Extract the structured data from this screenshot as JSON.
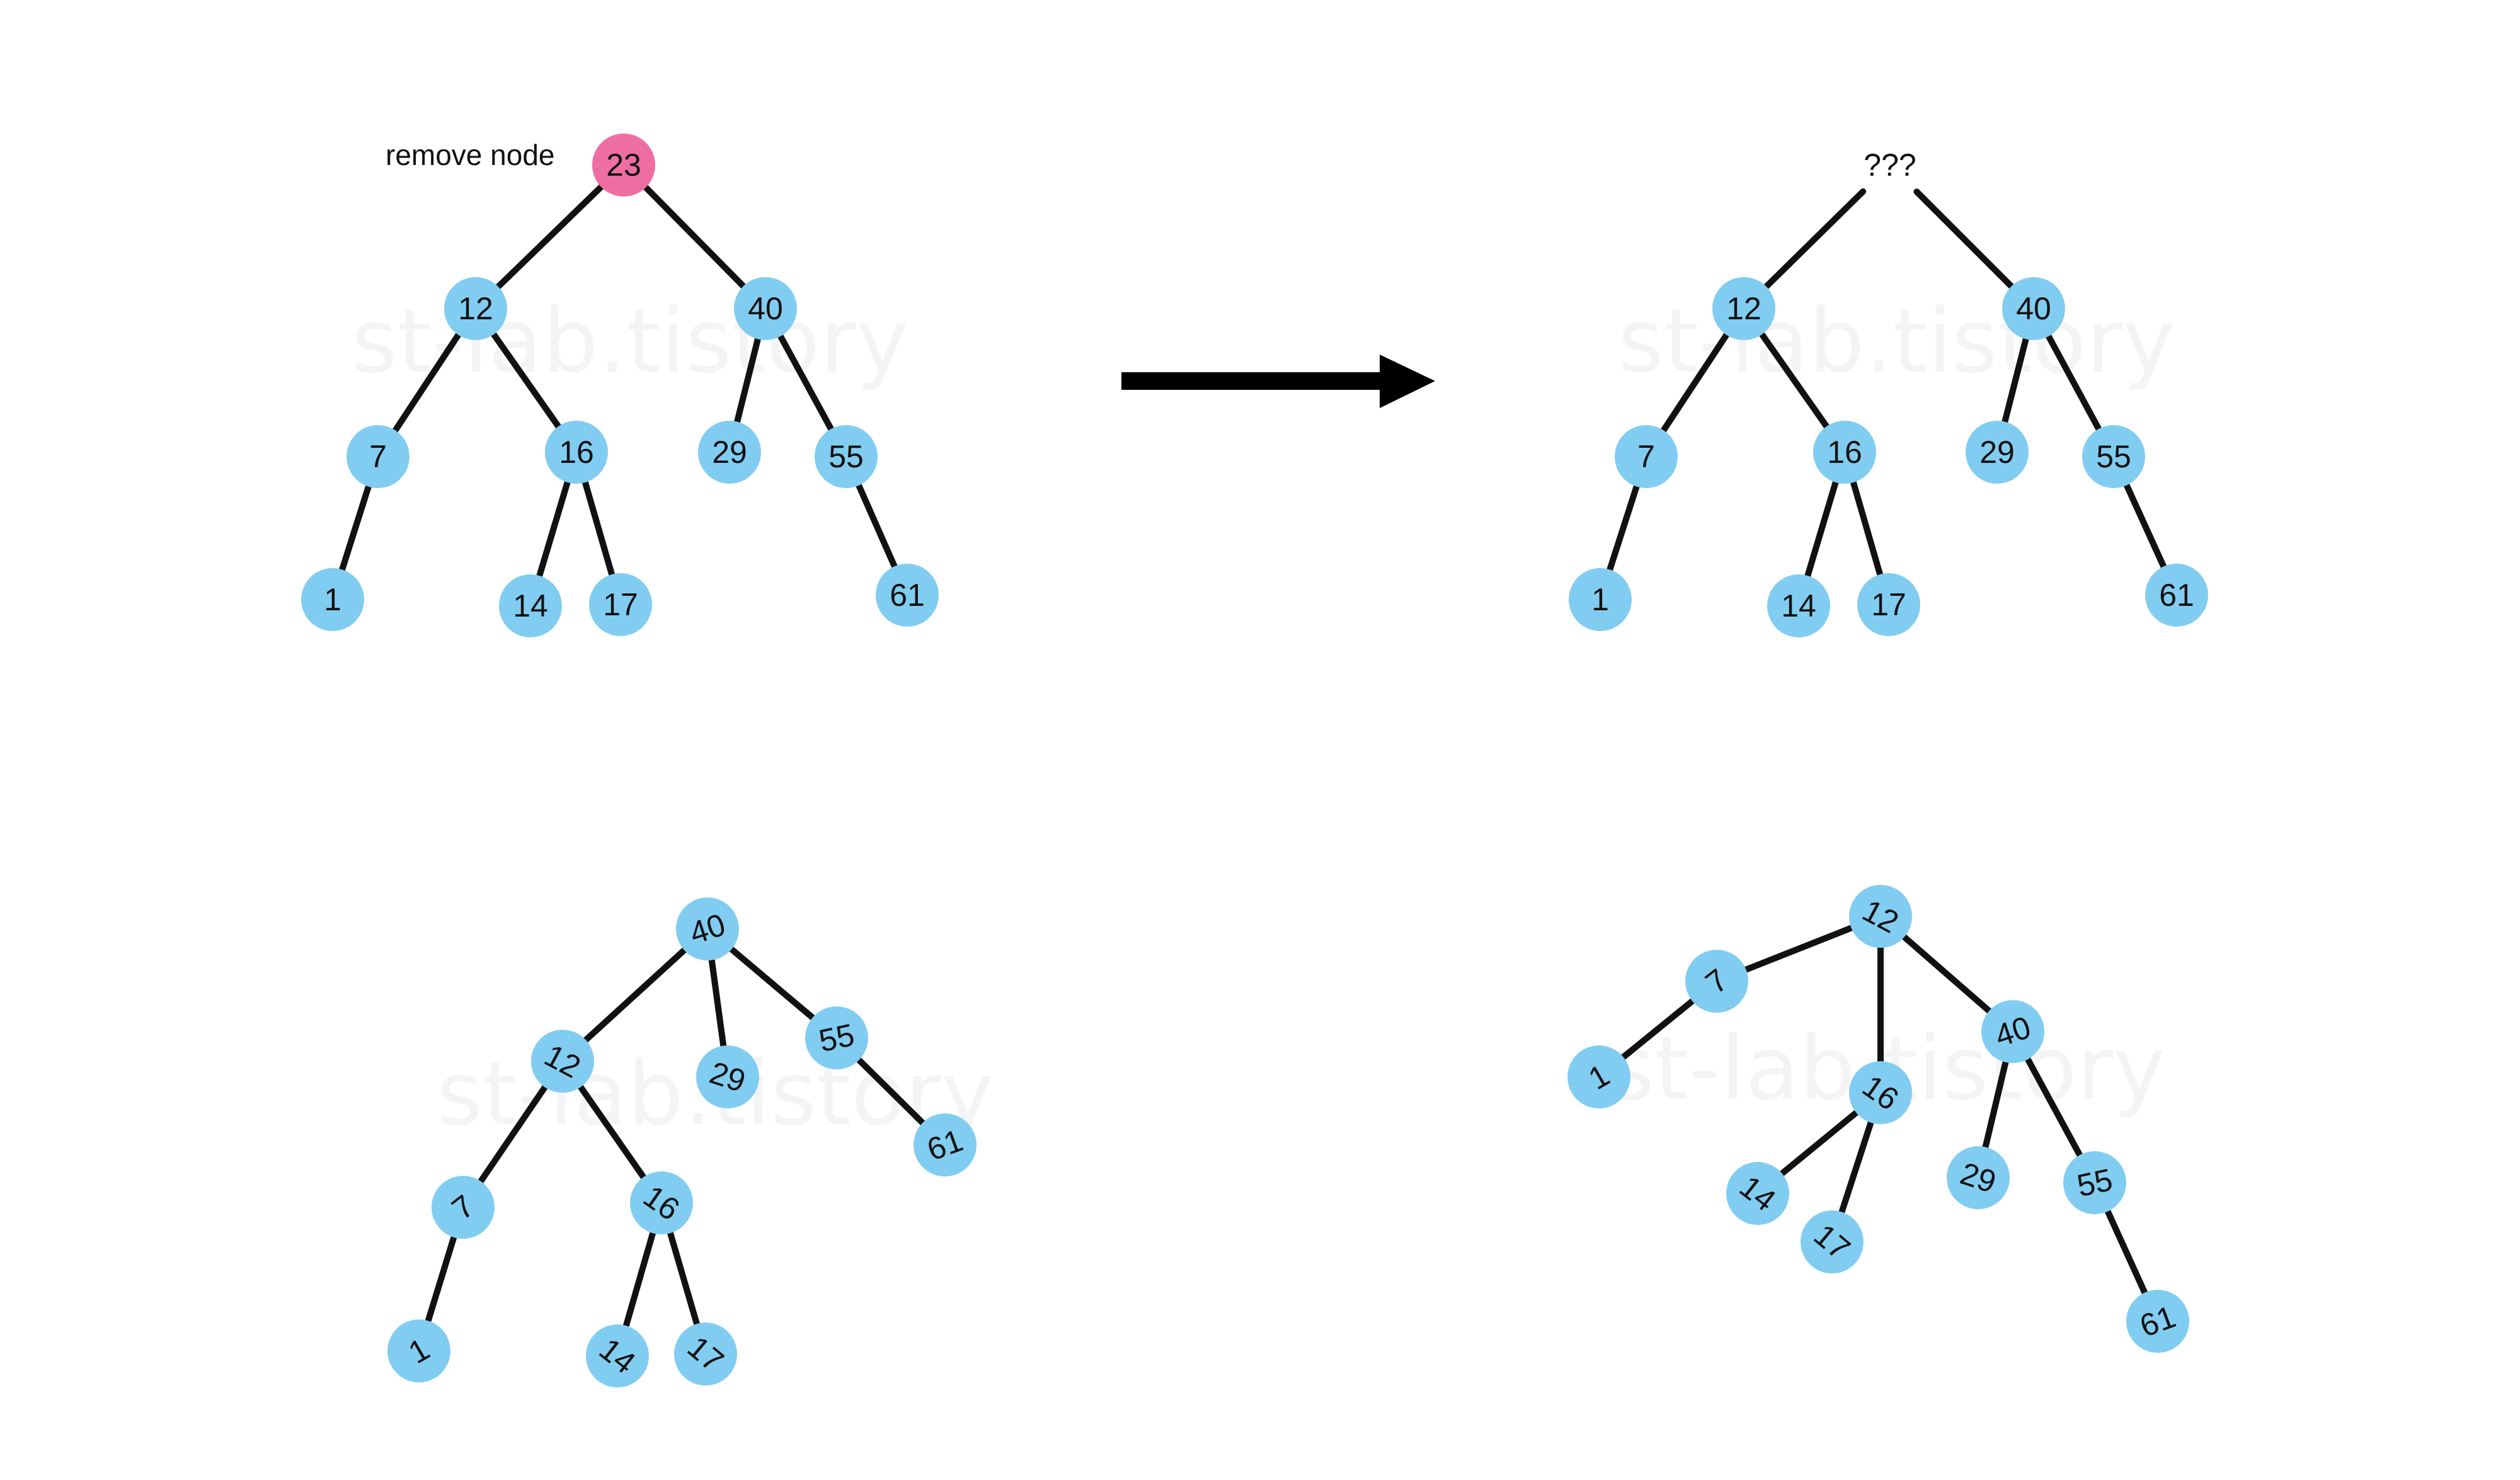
{
  "colors": {
    "node": "#81cdf2",
    "removed_node": "#ee6ea4",
    "edge": "#111111",
    "text": "#111111"
  },
  "watermark": "st-lab.tistory",
  "annotations": {
    "remove_label": "remove node",
    "unknown_root": "???"
  },
  "trees": [
    {
      "name": "original-tree",
      "rotated_labels": false,
      "nodes": [
        {
          "id": "23",
          "label": "23",
          "removed": true
        },
        {
          "id": "12",
          "label": "12"
        },
        {
          "id": "40",
          "label": "40"
        },
        {
          "id": "7",
          "label": "7"
        },
        {
          "id": "16",
          "label": "16"
        },
        {
          "id": "29",
          "label": "29"
        },
        {
          "id": "55",
          "label": "55"
        },
        {
          "id": "1",
          "label": "1"
        },
        {
          "id": "14",
          "label": "14"
        },
        {
          "id": "17",
          "label": "17"
        },
        {
          "id": "61",
          "label": "61"
        }
      ],
      "edges": [
        [
          "23",
          "12"
        ],
        [
          "23",
          "40"
        ],
        [
          "12",
          "7"
        ],
        [
          "12",
          "16"
        ],
        [
          "40",
          "29"
        ],
        [
          "40",
          "55"
        ],
        [
          "7",
          "1"
        ],
        [
          "16",
          "14"
        ],
        [
          "16",
          "17"
        ],
        [
          "55",
          "61"
        ]
      ]
    },
    {
      "name": "tree-without-root",
      "rotated_labels": false,
      "nodes": [
        {
          "id": "???",
          "label": "???",
          "placeholder": true
        },
        {
          "id": "12",
          "label": "12"
        },
        {
          "id": "40",
          "label": "40"
        },
        {
          "id": "7",
          "label": "7"
        },
        {
          "id": "16",
          "label": "16"
        },
        {
          "id": "29",
          "label": "29"
        },
        {
          "id": "55",
          "label": "55"
        },
        {
          "id": "1",
          "label": "1"
        },
        {
          "id": "14",
          "label": "14"
        },
        {
          "id": "17",
          "label": "17"
        },
        {
          "id": "61",
          "label": "61"
        }
      ],
      "edges": [
        [
          "???",
          "12"
        ],
        [
          "???",
          "40"
        ],
        [
          "12",
          "7"
        ],
        [
          "12",
          "16"
        ],
        [
          "40",
          "29"
        ],
        [
          "40",
          "55"
        ],
        [
          "7",
          "1"
        ],
        [
          "16",
          "14"
        ],
        [
          "16",
          "17"
        ],
        [
          "55",
          "61"
        ]
      ]
    },
    {
      "name": "tree-root-40",
      "rotated_labels": true,
      "nodes": [
        {
          "id": "40",
          "label": "40"
        },
        {
          "id": "12",
          "label": "12"
        },
        {
          "id": "29",
          "label": "29"
        },
        {
          "id": "55",
          "label": "55"
        },
        {
          "id": "61",
          "label": "61"
        },
        {
          "id": "7",
          "label": "7"
        },
        {
          "id": "16",
          "label": "16"
        },
        {
          "id": "1",
          "label": "1"
        },
        {
          "id": "14",
          "label": "14"
        },
        {
          "id": "17",
          "label": "17"
        }
      ],
      "edges": [
        [
          "40",
          "12"
        ],
        [
          "40",
          "29"
        ],
        [
          "40",
          "55"
        ],
        [
          "55",
          "61"
        ],
        [
          "12",
          "7"
        ],
        [
          "12",
          "16"
        ],
        [
          "7",
          "1"
        ],
        [
          "16",
          "14"
        ],
        [
          "16",
          "17"
        ]
      ]
    },
    {
      "name": "tree-root-12",
      "rotated_labels": true,
      "nodes": [
        {
          "id": "12",
          "label": "12"
        },
        {
          "id": "7",
          "label": "7"
        },
        {
          "id": "1",
          "label": "1"
        },
        {
          "id": "16",
          "label": "16"
        },
        {
          "id": "14",
          "label": "14"
        },
        {
          "id": "17",
          "label": "17"
        },
        {
          "id": "40",
          "label": "40"
        },
        {
          "id": "29",
          "label": "29"
        },
        {
          "id": "55",
          "label": "55"
        },
        {
          "id": "61",
          "label": "61"
        }
      ],
      "edges": [
        [
          "12",
          "7"
        ],
        [
          "7",
          "1"
        ],
        [
          "12",
          "16"
        ],
        [
          "16",
          "14"
        ],
        [
          "16",
          "17"
        ],
        [
          "12",
          "40"
        ],
        [
          "40",
          "29"
        ],
        [
          "40",
          "55"
        ],
        [
          "55",
          "61"
        ]
      ]
    }
  ]
}
